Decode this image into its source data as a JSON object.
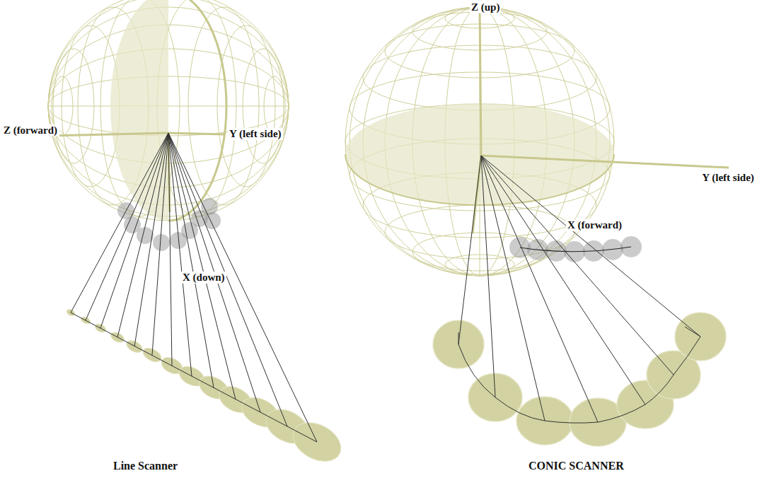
{
  "diagram": {
    "labels": [
      "Z (forward)",
      "Y (left side)",
      "X (down)",
      "Line Scanner",
      "Z (up)",
      "Y (left side)",
      "X (forward)",
      "CONIC SCANNER"
    ]
  }
}
